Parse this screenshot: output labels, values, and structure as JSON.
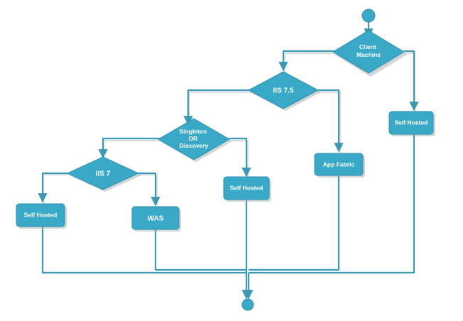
{
  "nodes": {
    "client_machine": "Client\nMachine",
    "iis75": "IIS 7.5",
    "self_hosted_right": "Self Hosted",
    "singleton_discovery": "Singleton\nOR\nDiscovery",
    "app_fabric": "App Fabric",
    "iis7": "IIS 7",
    "self_hosted_mid": "Self Hosted",
    "self_hosted_left": "Self Hosted",
    "was": "WAS"
  },
  "colors": {
    "node_fill": "#3aa9c8",
    "connector": "#3d98b4"
  }
}
